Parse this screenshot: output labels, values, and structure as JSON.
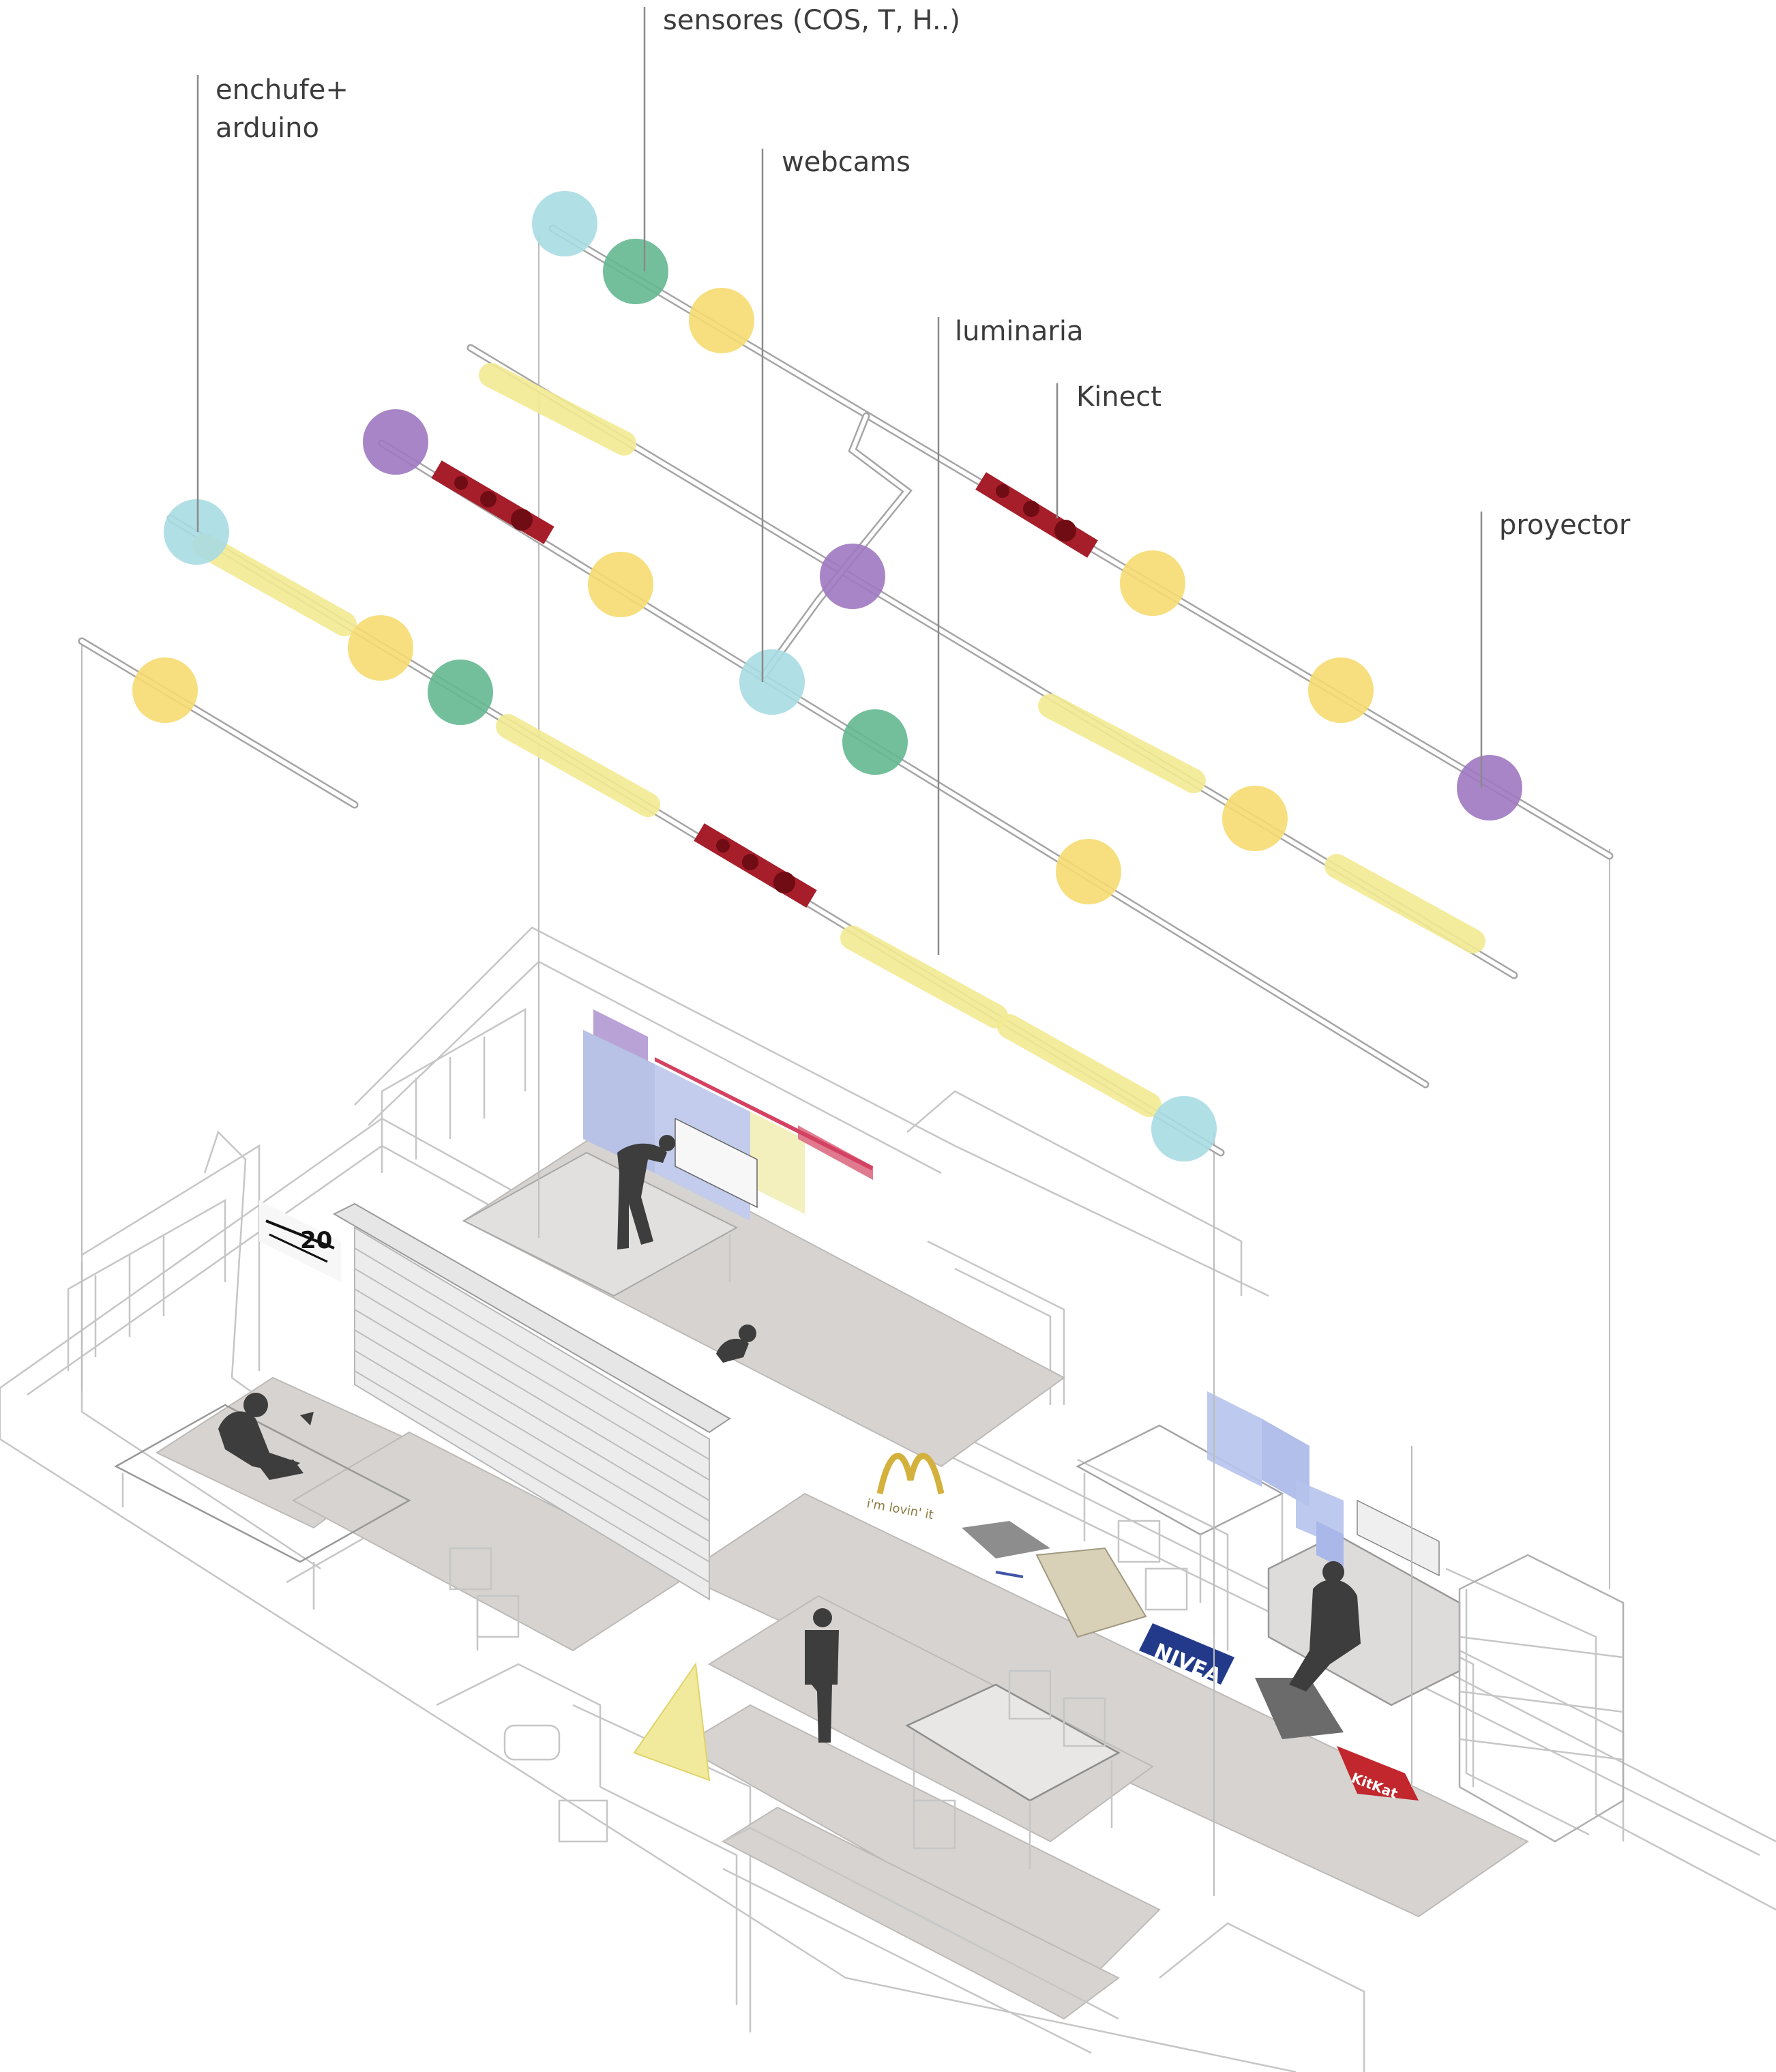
{
  "labels": {
    "sensores": "sensores (COS, T, H..)",
    "enchufe_line1": "enchufe+",
    "enchufe_line2": "arduino",
    "webcams": "webcams",
    "luminaria": "luminaria",
    "kinect": "Kinect",
    "proyector": "proyector"
  },
  "wall_screen_number": "20",
  "brand_panels": {
    "mcdonalds_tagline": "i'm lovin' it",
    "nivea": "NIVEA",
    "kitkat": "KitKat"
  },
  "device_colors": {
    "webcam": "#a9dbe3",
    "sensor": "#64b891",
    "luminaria": "#f6dc72",
    "proyector": "#9e78c1",
    "kinect": "#a61e2a",
    "light_strip": "#f3ea93"
  }
}
